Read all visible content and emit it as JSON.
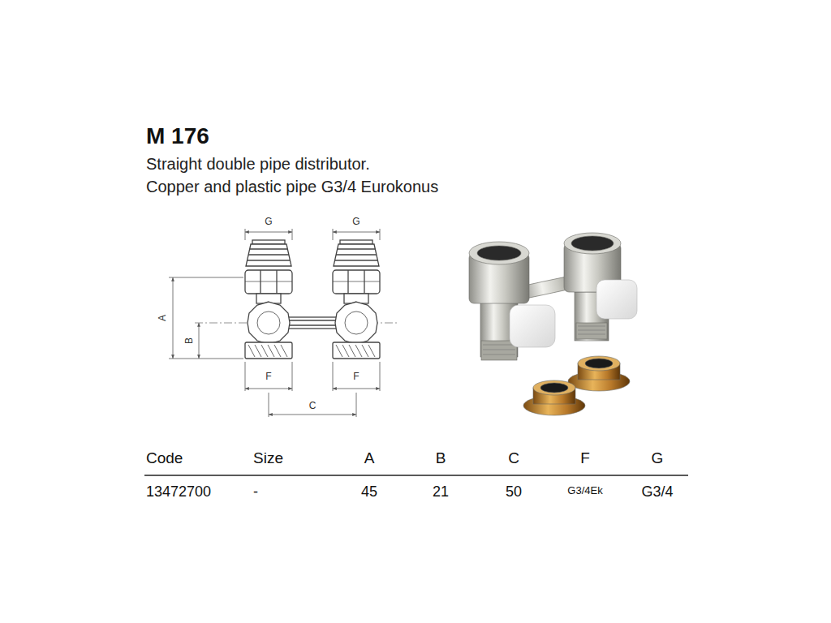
{
  "diagram": {
    "title": "M 176",
    "labels": [
      "Straight double pipe distributor.",
      "Copper and plastic pipe G3/4 Eurokonus",
      "G",
      "G",
      "A",
      "B",
      "F",
      "F",
      "C",
      "Code",
      "Size",
      "A",
      "B",
      "C",
      "F",
      "G",
      "13472700",
      "-",
      "45",
      "21",
      "50",
      "G3/4Ek",
      "G3/4"
    ]
  }
}
